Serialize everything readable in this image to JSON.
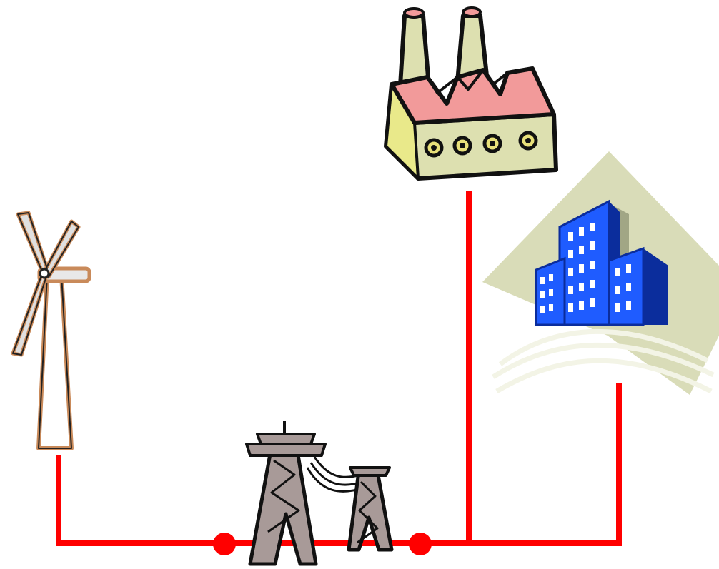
{
  "diagram": {
    "kind": "power-grid-clipart",
    "nodes": [
      {
        "id": "wind-turbine",
        "icon": "wind-turbine-icon"
      },
      {
        "id": "factory",
        "icon": "factory-icon"
      },
      {
        "id": "city-buildings",
        "icon": "city-buildings-icon"
      },
      {
        "id": "transmission-towers",
        "icon": "transmission-tower-icon"
      }
    ],
    "connections": [
      {
        "from": "wind-turbine",
        "to": "transmission-towers"
      },
      {
        "from": "transmission-towers",
        "to": "factory"
      },
      {
        "from": "transmission-towers",
        "to": "city-buildings"
      }
    ]
  },
  "colors": {
    "line": "#ff0000",
    "junction": "#ff0000",
    "building_blue": "#1f5cff",
    "building_dark": "#0b2d9c",
    "background_diamond": "#d9dcb8",
    "factory_body": "#dde0b0",
    "factory_roof": "#f29a9a",
    "tower": "#a89a98"
  }
}
